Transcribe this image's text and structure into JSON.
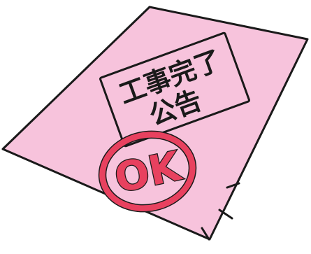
{
  "notice": {
    "title_line1": "工事完了",
    "title_line2": "公告"
  },
  "stamp": {
    "text": "OK"
  },
  "colors": {
    "paper": "#f7c3dc",
    "stamp": "#e8415f",
    "outline": "#1a1a1a",
    "background": "#ffffff"
  }
}
